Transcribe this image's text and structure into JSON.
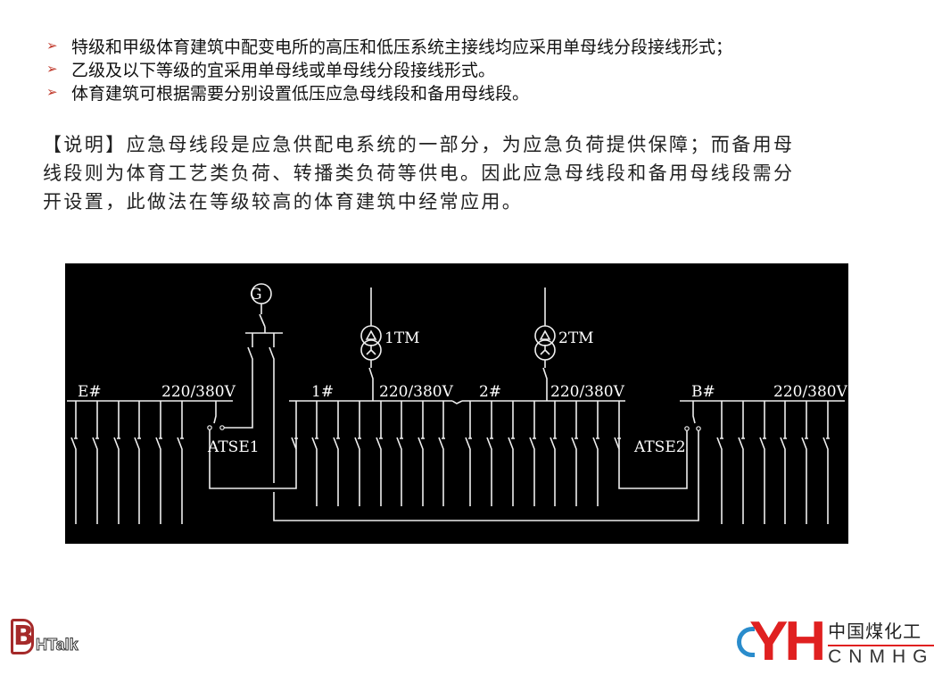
{
  "bullets": [
    "特级和甲级体育建筑中配变电所的高压和低压系统主接线均应采用单母线分段接线形式；",
    "乙级及以下等级的宜采用单母线或单母线分段接线形式。",
    "体育建筑可根据需要分别设置低压应急母线段和备用母线段。"
  ],
  "bullet_icon": "arrow-right-icon",
  "note_lines": [
    "【说明】应急母线段是应急供配电系统的一部分，为应急负荷提供保障；而备用母",
    "线段则为体育工艺类负荷、转播类负荷等供电。因此应急母线段和备用母线段需分",
    "开设置，此做法在等级较高的体育建筑中经常应用。"
  ],
  "diagram": {
    "generator": "G",
    "buses": [
      {
        "name": "E#",
        "voltage": "220/380V"
      },
      {
        "name": "1#",
        "voltage": "220/380V"
      },
      {
        "name": "2#",
        "voltage": "220/380V"
      },
      {
        "name": "B#",
        "voltage": "220/380V"
      }
    ],
    "transformers": [
      "1TM",
      "2TM"
    ],
    "atse": [
      "ATSE1",
      "ATSE2"
    ]
  },
  "logos": {
    "left": {
      "mark": "B",
      "text": "HTalk"
    },
    "right": {
      "mark": "YH",
      "cn": "中国煤化工",
      "en": "CNMHG"
    }
  }
}
